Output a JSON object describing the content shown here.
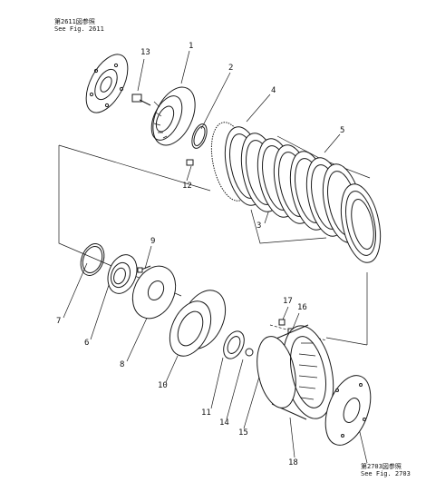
{
  "refs": {
    "top_left_line1": "第2611図参照",
    "top_left_line2": "See Fig. 2611",
    "bottom_right_line1": "第2703図参照",
    "bottom_right_line2": "See Fig. 2703"
  },
  "callouts": {
    "n1": "1",
    "n2": "2",
    "n3": "3",
    "n4": "4",
    "n5": "5",
    "n6": "6",
    "n7": "7",
    "n8": "8",
    "n9": "9",
    "n10": "10",
    "n11": "11",
    "n12": "12",
    "n13": "13",
    "n14": "14",
    "n15": "15",
    "n16": "16",
    "n17": "17",
    "n18": "18"
  }
}
